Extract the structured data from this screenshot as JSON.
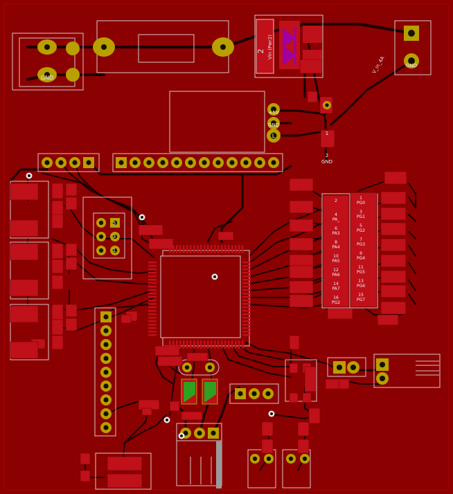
{
  "colors": {
    "board": "#8b0000",
    "outline": "#a30000",
    "trace": "#1a0000",
    "pad": "#c0101a",
    "pad_dark": "#8c000c",
    "silk": "#d9c7c7",
    "pad_gold": "#b8a000",
    "via_ring": "#8a7a00",
    "hole": "#151000",
    "green": "#30a020",
    "purple": "#a000a0"
  },
  "labels": {
    "j_power_gnd": "GND",
    "j_out_gnd": "GND",
    "reg_pin3": "+5V",
    "reg_pin2": "GND",
    "reg_pin1": "L",
    "diode_ref": "2",
    "diode_value": "Vin (Pwr2)",
    "net_vin": "V_in_4A",
    "probe_pin": "1",
    "probe_pin2": "2",
    "probe_gnd": "GND",
    "connector_pins_right": [
      "2",
      "4",
      "6",
      "8",
      "10",
      "12",
      "14",
      "16"
    ],
    "connector_nets_right": [
      "",
      "PA_",
      "PA3",
      "PA4",
      "PA5",
      "PA6",
      "PA7",
      "PG2"
    ],
    "connector_pins_left": [
      "1",
      "3",
      "5",
      "7",
      "9",
      "11",
      "13",
      "15"
    ],
    "connector_nets_left": [
      "PG0",
      "PG1",
      "PG2",
      "PG3",
      "PG4",
      "PG5",
      "PG6",
      "PG7"
    ],
    "hdr_mid_top": "5",
    "hdr_mid_mid": "3",
    "hdr_mid_bot": "1",
    "hdr_small_pin": "1"
  }
}
